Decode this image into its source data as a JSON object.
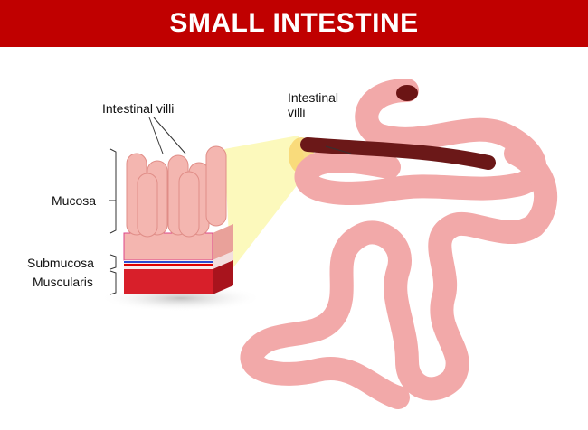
{
  "title": "SMALL INTESTINE",
  "labels": {
    "villi_left": "Intestinal villi",
    "villi_right_line1": "Intestinal",
    "villi_right_line2": "villi",
    "mucosa": "Mucosa",
    "submucosa": "Submucosa",
    "muscularis": "Muscularis"
  },
  "colors": {
    "header": "#c00000",
    "intestine": "#f2a9a9",
    "villi": "#f4b6b0",
    "muscle": "#d81f2a",
    "highlight": "#fbf8b0"
  }
}
